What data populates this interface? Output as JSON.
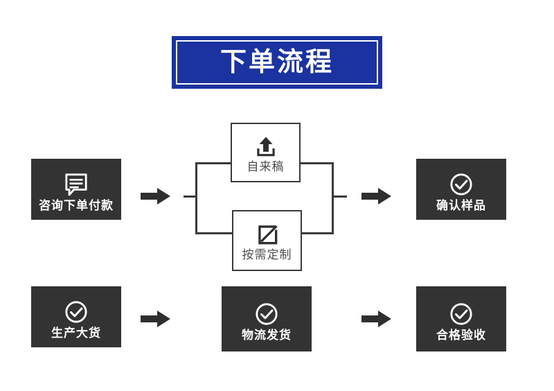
{
  "banner": {
    "title": "下单流程"
  },
  "colors": {
    "banner_blue": "#1b33a0",
    "card_dark": "#333333",
    "outline_gray": "#3a3a3a",
    "arrow_dark": "#2f2f2f",
    "background": "#ffffff"
  },
  "flow": {
    "row1": [
      {
        "id": "inquiry",
        "label": "咨询下单付款",
        "icon": "chat-bubble-icon",
        "style": "dark-card"
      },
      {
        "id": "confirm-sample",
        "label": "确认样品",
        "icon": "check-circle-icon",
        "style": "dark-card"
      }
    ],
    "branch": [
      {
        "id": "self-submitted",
        "label": "自来稿",
        "icon": "upload-icon",
        "style": "outline-box"
      },
      {
        "id": "custom-made",
        "label": "按需定制",
        "icon": "edit-square-icon",
        "style": "outline-box"
      }
    ],
    "row2": [
      {
        "id": "mass-production",
        "label": "生产大货",
        "icon": "check-circle-icon",
        "style": "dark-card"
      },
      {
        "id": "logistics-shipping",
        "label": "物流发货",
        "icon": "check-circle-icon",
        "style": "dark-card"
      },
      {
        "id": "quality-acceptance",
        "label": "合格验收",
        "icon": "check-circle-icon",
        "style": "dark-card"
      }
    ],
    "arrows": [
      {
        "id": "arrow-1",
        "icon": "arrow-right-icon"
      },
      {
        "id": "arrow-2",
        "icon": "arrow-right-icon"
      },
      {
        "id": "arrow-3",
        "icon": "arrow-right-icon"
      },
      {
        "id": "arrow-4",
        "icon": "arrow-right-icon"
      }
    ]
  }
}
